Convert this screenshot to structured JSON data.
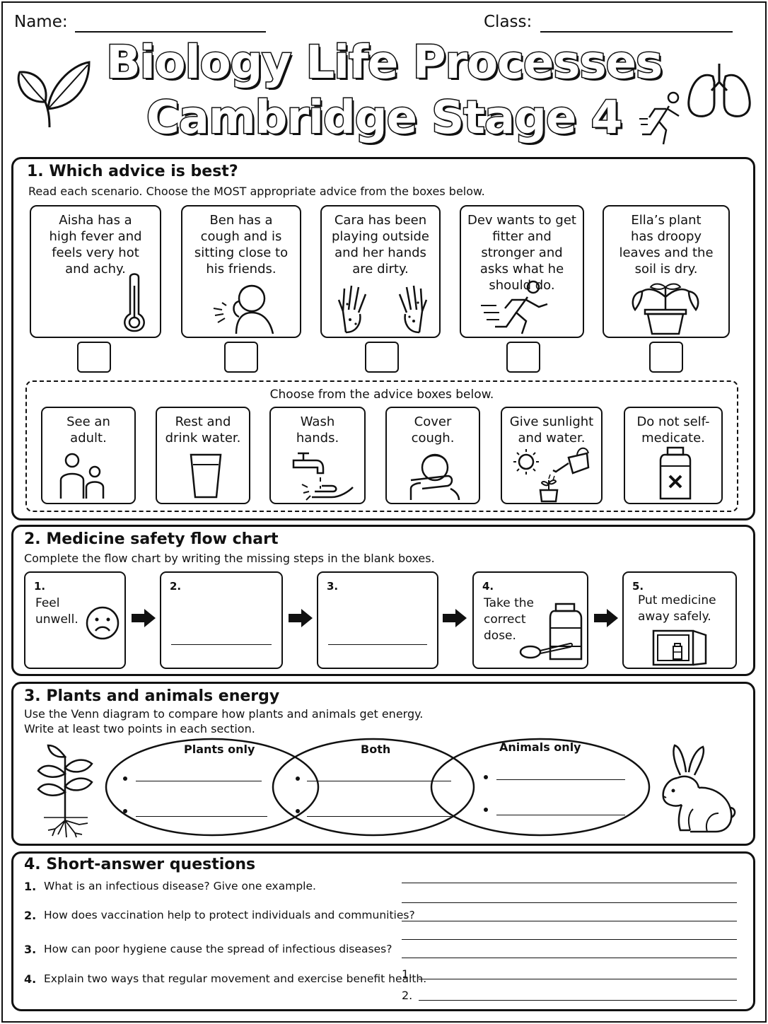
{
  "header": {
    "name_label": "Name:",
    "class_label": "Class:",
    "title_line1": "Biology Life Processes",
    "title_line2": "Cambridge Stage 4"
  },
  "section1": {
    "title": "1. Which advice is best?",
    "subtitle": "Read each scenario. Choose the MOST appropriate advice from the boxes below.",
    "scenarios": [
      {
        "text": "Aisha has a high fever and feels very hot and achy.",
        "icon": "thermometer-icon"
      },
      {
        "text": "Ben has a cough and is sitting close to his friends.",
        "icon": "coughing-boy-icon"
      },
      {
        "text": "Cara has been playing outside and her hands are dirty.",
        "icon": "dirty-hands-icon"
      },
      {
        "text": "Dev wants to get fitter and stronger and asks what he should do.",
        "icon": "running-person-icon"
      },
      {
        "text": "Ella’s plant has droopy leaves and the soil is dry.",
        "icon": "droopy-plant-icon"
      }
    ],
    "advice_title": "Choose from the advice boxes below.",
    "advice": [
      {
        "text": "See an adult.",
        "icon": "adult-child-icon"
      },
      {
        "text": "Rest and drink water.",
        "icon": "water-glass-icon"
      },
      {
        "text": "Wash hands.",
        "icon": "tap-hands-icon"
      },
      {
        "text": "Cover cough.",
        "icon": "cover-cough-icon"
      },
      {
        "text": "Give sunlight and water.",
        "icon": "sun-watering-can-icon"
      },
      {
        "text": "Do not self-medicate.",
        "icon": "medicine-bottle-cross-icon"
      }
    ]
  },
  "section2": {
    "title": "2. Medicine safety flow chart",
    "subtitle": "Complete the flow chart by writing the missing steps in the blank boxes.",
    "steps": [
      {
        "num": "1.",
        "text": "Feel unwell."
      },
      {
        "num": "2.",
        "text": ""
      },
      {
        "num": "3.",
        "text": ""
      },
      {
        "num": "4.",
        "text": "Take the correct dose."
      },
      {
        "num": "5.",
        "text": "Put medicine away safely."
      }
    ]
  },
  "section3": {
    "title": "3. Plants and animals energy",
    "subtitle1": "Use the Venn diagram to compare how plants and animals get energy.",
    "subtitle2": "Write at least two points in each section.",
    "venn": {
      "left": "Plants only",
      "middle": "Both",
      "right": "Animals only"
    }
  },
  "section4": {
    "title": "4. Short-answer questions",
    "questions": [
      {
        "num": "1.",
        "text": "What is an infectious disease? Give one example."
      },
      {
        "num": "2.",
        "text": "How does vaccination help to protect individuals and communities?"
      },
      {
        "num": "3.",
        "text": "How can poor hygiene cause the spread of infectious diseases?"
      },
      {
        "num": "4.",
        "text": "Explain two ways that regular movement and exercise benefit health."
      }
    ],
    "answer_labels": [
      "1.",
      "2."
    ]
  }
}
